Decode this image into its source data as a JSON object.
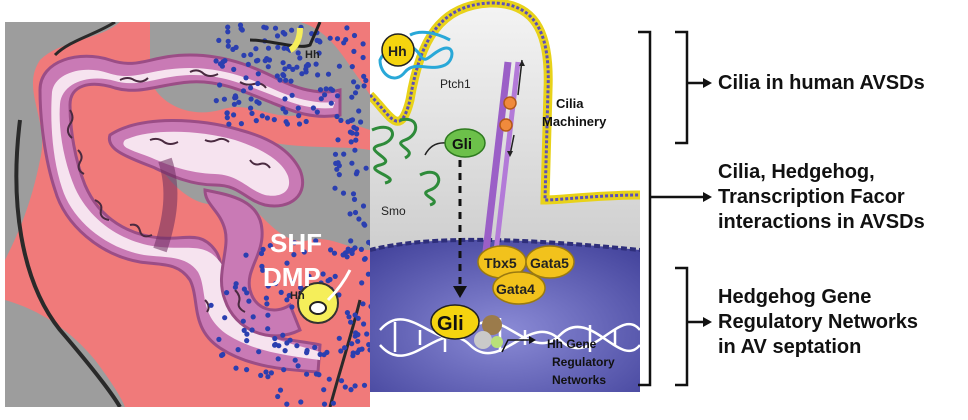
{
  "embryo_panel": {
    "labels": {
      "shf": "SHF",
      "dmp": "DMP",
      "hh": "Hh"
    }
  },
  "cell_panel": {
    "labels": {
      "hh_ligand": "Hh",
      "hh_membrane": "Hh",
      "ptch1": "Ptch1",
      "smo": "Smo",
      "gli_cytoplasm": "Gli",
      "gli_nucleus": "Gli",
      "cilia_machinery": [
        "Cilia",
        "Machinery"
      ],
      "tbx5": "Tbx5",
      "gata5": "Gata5",
      "gata4": "Gata4",
      "hh_gene_networks": [
        "Hh Gene",
        "Regulatory",
        "Networks"
      ]
    }
  },
  "outcomes": [
    {
      "lines": [
        "Cilia in human AVSDs"
      ]
    },
    {
      "lines": [
        "Cilia, Hedgehog,",
        "Transcription Facor",
        "interactions in AVSDs"
      ]
    },
    {
      "lines": [
        "Hedgehog Gene",
        "Regulatory Networks",
        "in AV septation"
      ]
    }
  ],
  "colors": {
    "background_embryo": "#f07a7a",
    "lumen": "#9a9a9a",
    "tissue": "#c97ab5",
    "dots": "#2b3fb0",
    "hh_yellow": "#f5d40f",
    "gli_green": "#6cc04a",
    "nucleus": "#5a5ab8",
    "tf_yellow": "#f2c21c"
  }
}
